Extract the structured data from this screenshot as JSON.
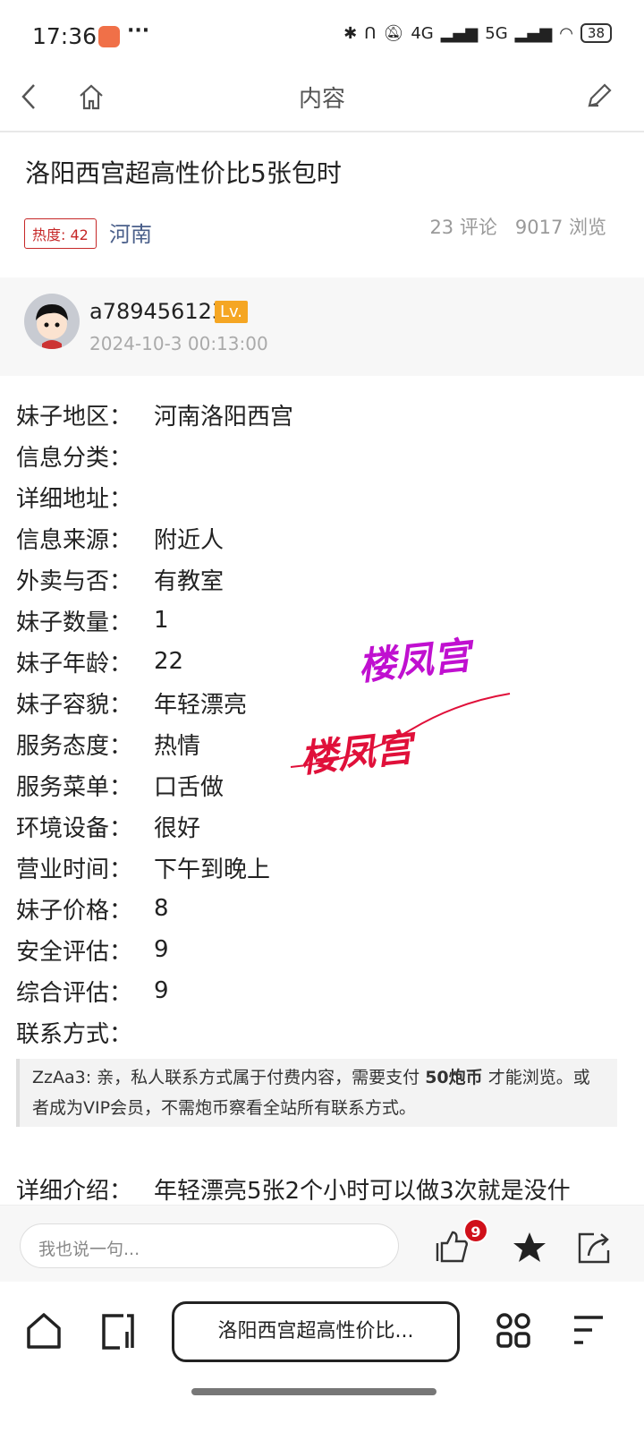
{
  "status_bar": {
    "time": "17:36",
    "network": [
      "4G",
      "5G"
    ],
    "battery": "38"
  },
  "nav": {
    "title": "内容"
  },
  "post": {
    "title": "洛阳西宫超高性价比5张包时",
    "heat": "热度: 42",
    "region": "河南",
    "comments": "23 评论",
    "views": "9017 浏览"
  },
  "author": {
    "name": "a789456123",
    "level": "Lv.",
    "date": "2024-10-3 00:13:00"
  },
  "fields": [
    {
      "label": "妹子地区：",
      "value": "河南洛阳西宫"
    },
    {
      "label": "信息分类：",
      "value": ""
    },
    {
      "label": "详细地址：",
      "value": ""
    },
    {
      "label": "信息来源：",
      "value": "附近人"
    },
    {
      "label": "外卖与否：",
      "value": "有教室"
    },
    {
      "label": "妹子数量：",
      "value": "1"
    },
    {
      "label": "妹子年龄：",
      "value": "22"
    },
    {
      "label": "妹子容貌：",
      "value": "年轻漂亮"
    },
    {
      "label": "服务态度：",
      "value": "热情"
    },
    {
      "label": "服务菜单：",
      "value": "口舌做"
    },
    {
      "label": "环境设备：",
      "value": "很好"
    },
    {
      "label": "营业时间：",
      "value": "下午到晚上"
    },
    {
      "label": "妹子价格：",
      "value": "8"
    },
    {
      "label": "安全评估：",
      "value": "9"
    },
    {
      "label": "综合评估：",
      "value": "9"
    },
    {
      "label": "联系方式：",
      "value": ""
    }
  ],
  "notice": {
    "prefix": "ZzAa3: 亲，私人联系方式属于付费内容，需要支付 ",
    "amount": "50炮币",
    "suffix": " 才能浏览。或者成为VIP会员，不需炮币察看全站所有联系方式。"
  },
  "detail": {
    "label": "详细介绍：",
    "value": "年轻漂亮5张2个小时可以做3次就是没什"
  },
  "watermark": {
    "text": "楼凤宫",
    "color": "#c010d0"
  },
  "comment_bar": {
    "placeholder": "我也说一句...",
    "likes": "9"
  },
  "bottom_nav": {
    "url_text": "洛阳西宫超高性价比..."
  }
}
